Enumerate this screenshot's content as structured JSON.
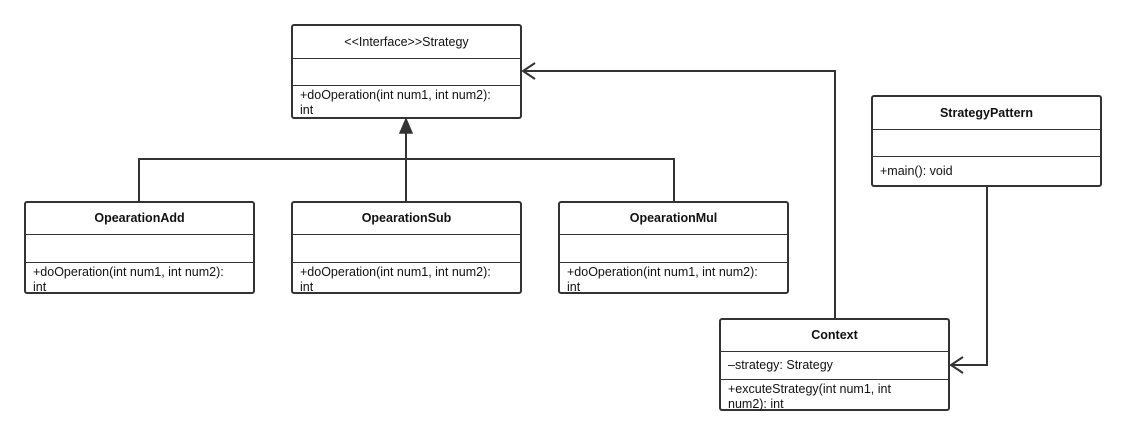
{
  "colors": {
    "line": "#333333",
    "background": "#ffffff"
  },
  "diagram": {
    "classes": {
      "strategy": {
        "name": "<<Interface>>Strategy",
        "attributes": [],
        "operations": [
          "+doOperation(int num1, int num2):",
          "int"
        ]
      },
      "add": {
        "name": "OpearationAdd",
        "attributes": [],
        "operations": [
          "+doOperation(int num1, int num2):",
          "int"
        ]
      },
      "sub": {
        "name": "OpearationSub",
        "attributes": [],
        "operations": [
          "+doOperation(int num1, int num2):",
          "int"
        ]
      },
      "mul": {
        "name": "OpearationMul",
        "attributes": [],
        "operations": [
          "+doOperation(int num1, int num2):",
          "int"
        ]
      },
      "pattern": {
        "name": "StrategyPattern",
        "attributes": [],
        "operations": [
          "+main(): void"
        ]
      },
      "context": {
        "name": "Context",
        "attributes": [
          "–strategy: Strategy"
        ],
        "operations": [
          "+excuteStrategy(int num1, int",
          "num2): int"
        ]
      }
    },
    "relationships": [
      {
        "type": "realization",
        "from": "add",
        "to": "strategy",
        "arrow": "hollow-triangle"
      },
      {
        "type": "realization",
        "from": "sub",
        "to": "strategy",
        "arrow": "hollow-triangle"
      },
      {
        "type": "realization",
        "from": "mul",
        "to": "strategy",
        "arrow": "hollow-triangle"
      },
      {
        "type": "association",
        "from": "context",
        "to": "strategy",
        "arrow": "open"
      },
      {
        "type": "dependency",
        "from": "pattern",
        "to": "context",
        "arrow": "open"
      }
    ]
  }
}
